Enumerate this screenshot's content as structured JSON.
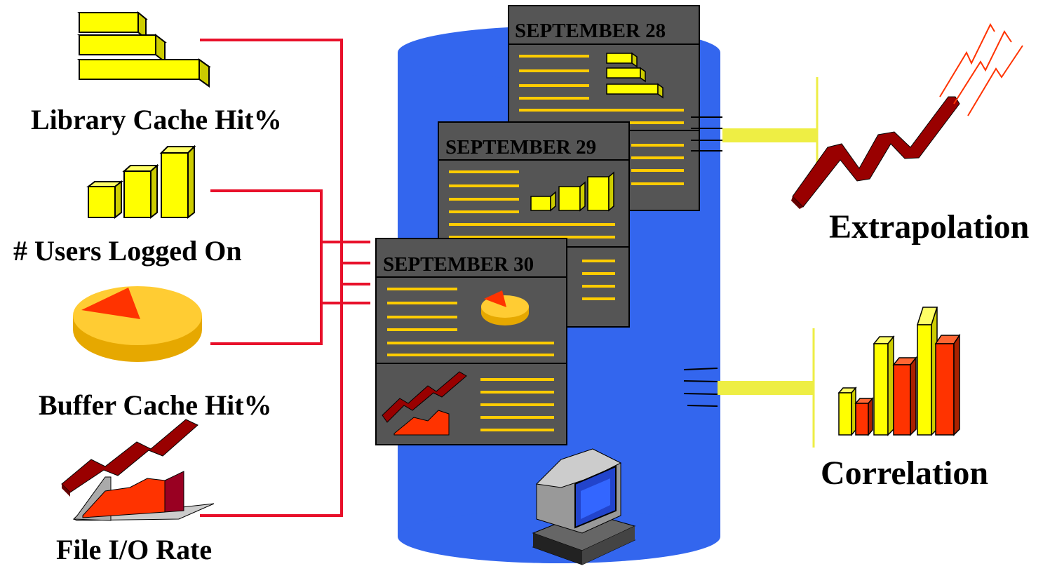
{
  "metrics": {
    "library_cache": "Library Cache Hit%",
    "users_logged_on": "# Users Logged On",
    "buffer_cache": "Buffer Cache Hit%",
    "file_io": "File I/O Rate"
  },
  "snapshots": {
    "sep28": "SEPTEMBER 28",
    "sep29": "SEPTEMBER 29",
    "sep30": "SEPTEMBER 30"
  },
  "outputs": {
    "extrapolation": "Extrapolation",
    "correlation": "Correlation"
  },
  "colors": {
    "database": "#3366ee",
    "connector": "#e8102a",
    "snapshot_bg": "#555555",
    "snapshot_line": "#ffcc00",
    "icon_yellow": "#ffff00",
    "icon_red": "#ff3300",
    "icon_darkred": "#990000",
    "arrow": "#eeee44"
  }
}
